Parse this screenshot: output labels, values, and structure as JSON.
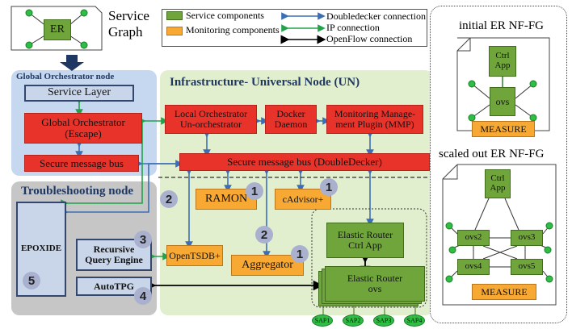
{
  "service_graph": {
    "label": "Service\nGraph",
    "er_label": "ER"
  },
  "legend": {
    "service_components": "Service components",
    "monitoring_components": "Monitoring components",
    "doubledecker": "Doubledecker connection",
    "ip": "IP connection",
    "openflow": "OpenFlow connection"
  },
  "global_orch": {
    "title": "Global Orchestrator node",
    "service_layer": "Service Layer",
    "global_orchestrator": "Global Orchestrator\n(Escape)",
    "message_bus": "Secure message bus"
  },
  "un": {
    "title": "Infrastructure- Universal Node (UN)",
    "local_orch": "Local Orchestrator\nUn-orchestrator",
    "docker": "Docker\nDaemon",
    "mmp": "Monitoring Manage-\nment Plugin (MMP)",
    "bus": "Secure message bus (DoubleDecker)",
    "ramon": "RAMON",
    "cadvisor": "cAdvisor+",
    "opentsdb": "OpenTSDB+",
    "aggregator": "Aggregator",
    "er_ctrl": "Elastic Router\nCtrl App",
    "er_ovs": "Elastic Router\novs",
    "saps": [
      "SAP1",
      "SAP2",
      "SAP3",
      "SAP4"
    ]
  },
  "troubleshooting": {
    "title": "Troubleshooting node",
    "epoxide": "EPOXIDE",
    "rqe": "Recursive\nQuery Engine",
    "autotpg": "AutoTPG"
  },
  "badges": [
    "1",
    "1",
    "1",
    "2",
    "2",
    "3",
    "4",
    "5"
  ],
  "nffg_initial": {
    "title": "initial ER NF-FG",
    "ctrl": "Ctrl\nApp",
    "ovs": "ovs",
    "measure": "MEASURE"
  },
  "nffg_scaled": {
    "title": "scaled out ER NF-FG",
    "ctrl": "Ctrl\nApp",
    "ovs": [
      "ovs2",
      "ovs3",
      "ovs4",
      "ovs5"
    ],
    "measure": "MEASURE"
  },
  "colors": {
    "service": "#6fa53b",
    "monitoring": "#f7a934",
    "core": "#e8332b",
    "global_bg": "#c6d8f0",
    "un_bg": "#e2efcf",
    "trouble_bg": "#c6c6c6"
  }
}
